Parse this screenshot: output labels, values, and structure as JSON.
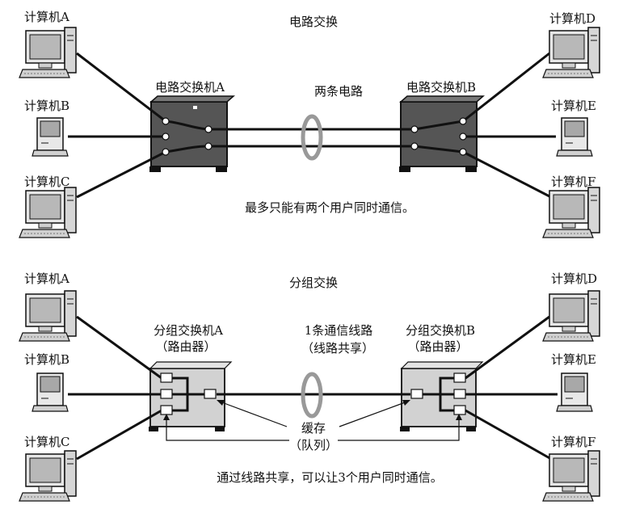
{
  "circuit": {
    "title": "电路交换",
    "switch_a": "电路交换机A",
    "switch_b": "电路交换机B",
    "lines_label": "两条电路",
    "caption": "最多只能有两个用户同时通信。"
  },
  "packet": {
    "title": "分组交换",
    "switch_a_line1": "分组交换机A",
    "switch_a_line2": "（路由器）",
    "switch_b_line1": "分组交换机B",
    "switch_b_line2": "（路由器）",
    "line_label1": "1条通信线路",
    "line_label2": "（线路共享）",
    "buffer_label1": "缓存",
    "buffer_label2": "（队列）",
    "caption": "通过线路共享，可以让3个用户同时通信。"
  },
  "computers": {
    "a": "计算机A",
    "b": "计算机B",
    "c": "计算机C",
    "d": "计算机D",
    "e": "计算机E",
    "f": "计算机F"
  }
}
